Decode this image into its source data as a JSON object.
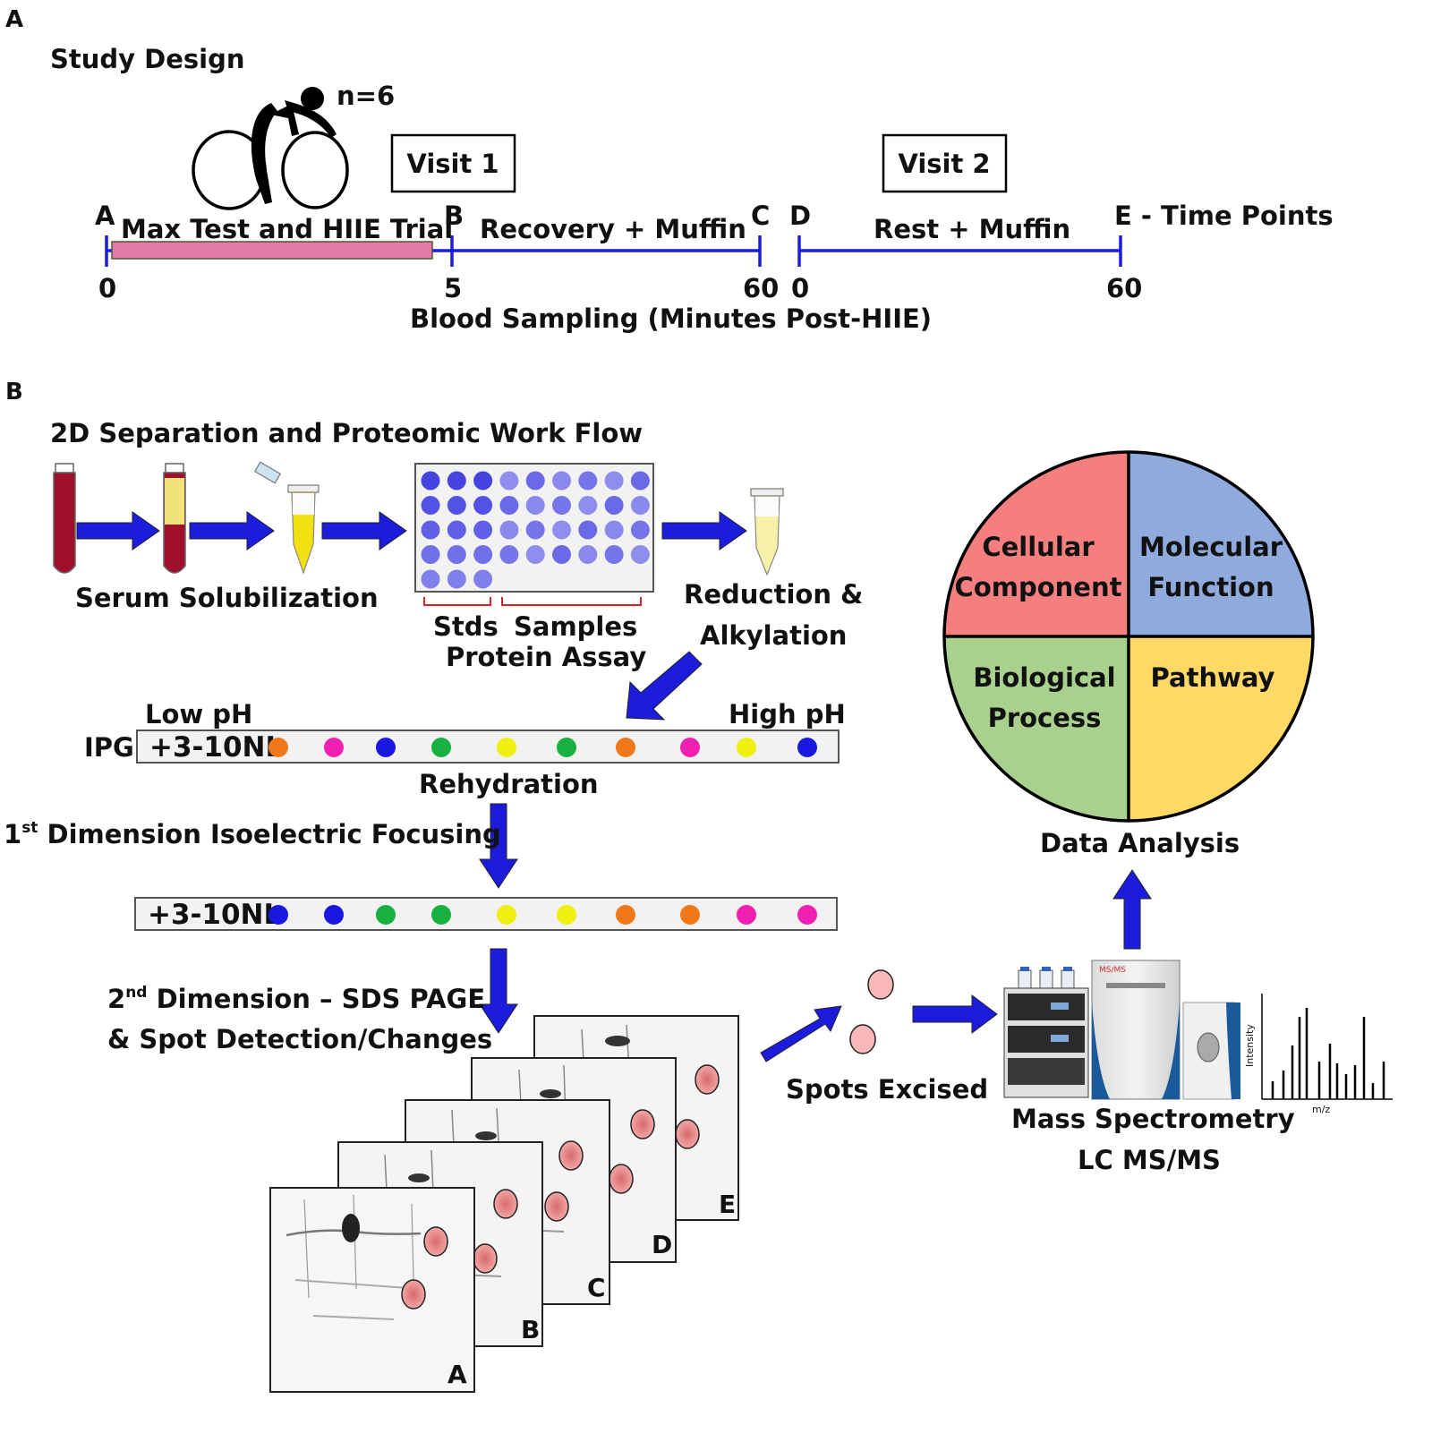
{
  "panelA": {
    "letter": "A",
    "title": "Study Design",
    "n": "n=6",
    "visit1": "Visit 1",
    "visit2": "Visit 2",
    "points": [
      "A",
      "B",
      "C",
      "D"
    ],
    "timepoints_label": "E - Time Points",
    "phase1": "Max Test and HIIE Trial",
    "phase2": "Recovery + Muffin",
    "phase3": "Rest + Muffin",
    "ticks": [
      "0",
      "5",
      "60",
      "0",
      "60"
    ],
    "axis_label": "Blood Sampling (Minutes Post-HIIE)",
    "colors": {
      "timeline": "#1c1cdc",
      "trial_bar": "#e07aa8"
    }
  },
  "panelB": {
    "letter": "B",
    "title": "2D Separation and Proteomic Work Flow",
    "serum": "Serum Solubilization",
    "stds": "Stds",
    "samples": "Samples",
    "assay": "Protein Assay",
    "reduction": "Reduction &",
    "alkylation": "Alkylation",
    "low_ph": "Low pH",
    "high_ph": "High pH",
    "ipg": "IPG",
    "strip_label": "+3-10NL",
    "rehydration": "Rehydration",
    "dim1_pre": "1",
    "dim1_sup": "st",
    "dim1_post": " Dimension Isoelectric Focusing",
    "dim2_pre": "2",
    "dim2_sup": "nd",
    "dim2_post": " Dimension – SDS PAGE",
    "spot_detect": "& Spot Detection/Changes",
    "gels": [
      "A",
      "B",
      "C",
      "D",
      "E"
    ],
    "spots_excised": "Spots Excised",
    "ms1": "Mass Spectrometry",
    "ms2": "LC MS/MS",
    "ms_device": "MS/MS",
    "intensity": "Intensity",
    "mz": "m/z",
    "data_analysis": "Data Analysis",
    "pie": {
      "cellular1": "Cellular",
      "cellular2": "Component",
      "molecular1": "Molecular",
      "molecular2": "Function",
      "biological1": "Biological",
      "biological2": "Process",
      "pathway": "Pathway",
      "colors": {
        "cellular": "#f47f7e",
        "molecular": "#8faadc",
        "biological": "#a9d18e",
        "pathway": "#ffd966"
      }
    },
    "strip1_colors": [
      "#f07818",
      "#f020b0",
      "#1818e0",
      "#18b040",
      "#f0f010",
      "#18b040",
      "#f07818",
      "#f020b0",
      "#f0f010",
      "#1818e0"
    ],
    "strip2_colors": [
      "#1818e0",
      "#1818e0",
      "#18b040",
      "#18b040",
      "#f0f010",
      "#f0f010",
      "#f07818",
      "#f07818",
      "#f020b0",
      "#f020b0"
    ],
    "colors": {
      "arrow": "#1c1cdc",
      "blood": "#a0102a",
      "serum": "#f2e27a",
      "bracket": "#e02020",
      "spot": "#f4a6a6"
    }
  }
}
